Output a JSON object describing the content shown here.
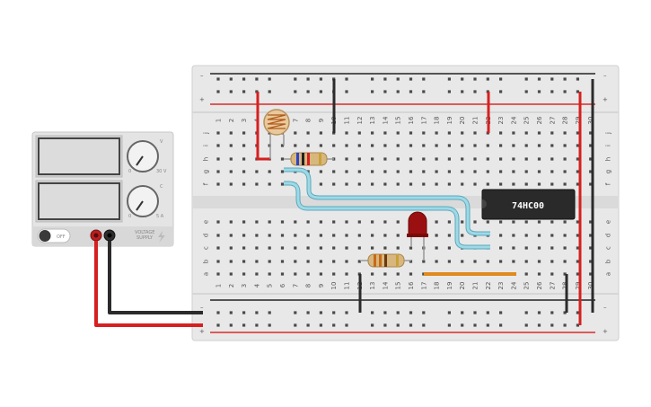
{
  "breadboard": {
    "columns": [
      "1",
      "2",
      "3",
      "4",
      "5",
      "6",
      "7",
      "8",
      "9",
      "10",
      "11",
      "12",
      "13",
      "14",
      "15",
      "16",
      "17",
      "18",
      "19",
      "20",
      "21",
      "22",
      "23",
      "24",
      "25",
      "26",
      "27",
      "28",
      "29",
      "30"
    ],
    "rows_top": [
      "j",
      "i",
      "h",
      "g",
      "f"
    ],
    "rows_bottom": [
      "e",
      "d",
      "c",
      "b",
      "a"
    ],
    "rail_minus": "–",
    "rail_plus": "+"
  },
  "power_supply": {
    "knob_v_label": "V",
    "knob_c_label": "C",
    "knob_v_zero": "0",
    "knob_v_max": "30 V",
    "knob_c_zero": "0",
    "knob_c_max": "5 A",
    "off_label": "OFF",
    "brand_line1": "VOLTAGE",
    "brand_line2": "SUPPLY"
  },
  "components": {
    "ic_label": "74HC00"
  },
  "colors": {
    "breadboard": "#e8e8e8",
    "rail_red": "#d92b2b",
    "rail_black": "#222222",
    "wire_red": "#d62020",
    "wire_black": "#2b2b2b",
    "wire_cyan": "#7ec8d8",
    "wire_orange": "#e08a1e",
    "ic_body": "#2a2a2a",
    "led": "#9a1010"
  },
  "icons": [
    "lightning-icon",
    "photoresistor-icon",
    "led-icon"
  ]
}
